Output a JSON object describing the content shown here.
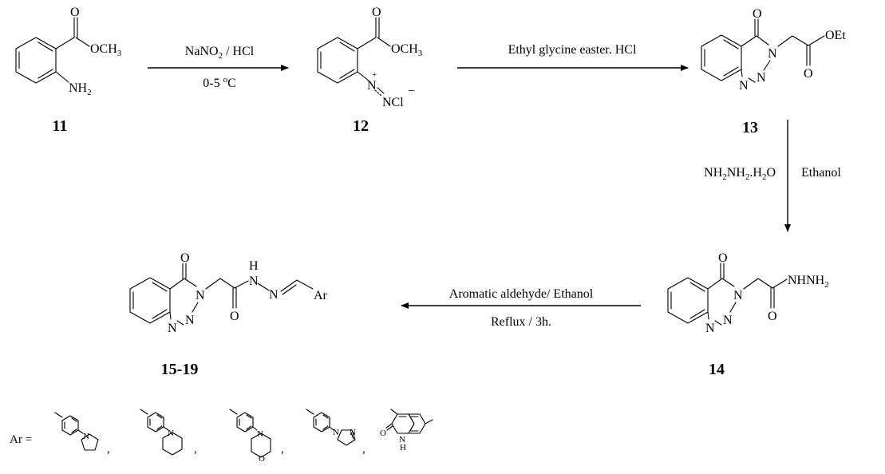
{
  "compounds": {
    "c11": "11",
    "c12": "12",
    "c13": "13",
    "c14": "14",
    "c15_19": "15-19"
  },
  "atoms": {
    "O": "O",
    "OCH": "OCH",
    "three": "3",
    "NH": "NH",
    "two": "2",
    "N": "N",
    "plus": "+",
    "NCl": "NCl",
    "minus": "−",
    "OEt": "OEt",
    "NHNH": "NHNH",
    "H": "H",
    "Ar": "Ar"
  },
  "reagents": {
    "step1_top": "NaNO",
    "step1_top_sub": "2",
    "step1_top_tail": " / HCl",
    "step1_bottom": "0-5 ",
    "step1_bottom_sup": "o",
    "step1_bottom_tail": "C",
    "step2_top": "Ethyl glycine easter. HCl",
    "step3_left_a": "NH",
    "step3_left_sub1": "2",
    "step3_left_b": "NH",
    "step3_left_sub2": "2",
    "step3_left_c": ".H",
    "step3_left_sub3": "2",
    "step3_left_d": "O",
    "step3_right": "Ethanol",
    "step4_top": "Aromatic aldehyde/ Ethanol",
    "step4_bottom": "Reflux / 3h."
  },
  "ar_legend": {
    "label": "Ar =",
    "separator": ",",
    "atom_N": "N",
    "atom_O": "O",
    "atom_H": "H"
  }
}
